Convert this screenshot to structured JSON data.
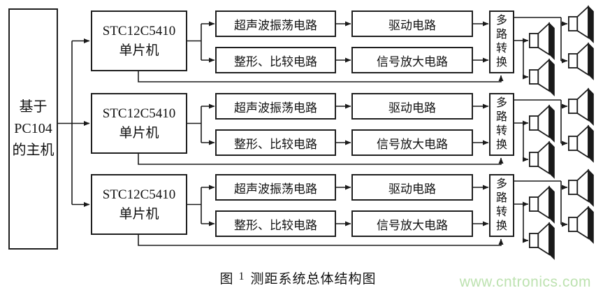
{
  "figure": {
    "host": {
      "line1": "基于",
      "line2": "PC104",
      "line3": "的主机"
    },
    "rows": [
      {
        "mcu_line1": "STC12C5410",
        "mcu_line2": "单片机",
        "oscillator": "超声波振荡电路",
        "driver": "驱动电路",
        "shaper": "整形、比较电路",
        "amplifier": "信号放大电路",
        "mux": "多路转换"
      },
      {
        "mcu_line1": "STC12C5410",
        "mcu_line2": "单片机",
        "oscillator": "超声波振荡电路",
        "driver": "驱动电路",
        "shaper": "整形、比较电路",
        "amplifier": "信号放大电路",
        "mux": "多路转换"
      },
      {
        "mcu_line1": "STC12C5410",
        "mcu_line2": "单片机",
        "oscillator": "超声波振荡电路",
        "driver": "驱动电路",
        "shaper": "整形、比较电路",
        "amplifier": "信号放大电路",
        "mux": "多路转换"
      }
    ],
    "caption": {
      "fig_label": "图",
      "fig_number": "1",
      "title": "测距系统总体结构图"
    },
    "watermark": {
      "text": "www.cntronics.com",
      "color": "#bde2b0"
    },
    "colors": {
      "line": "#1a1a1a",
      "box_border": "#1f1f1f",
      "background": "#ffffff",
      "text": "#111111"
    },
    "icons": {
      "transducer": "ultrasonic-transducer-icon",
      "arrowhead": "arrowhead-icon"
    }
  }
}
